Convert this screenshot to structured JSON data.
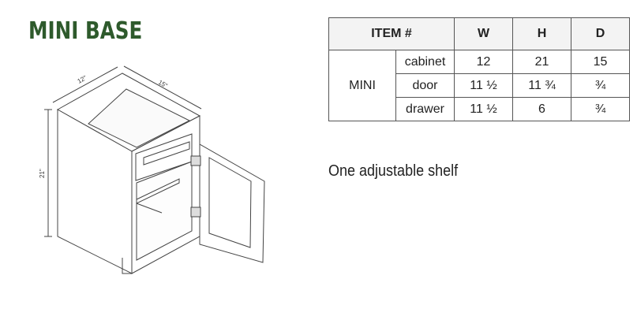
{
  "title": "MINI BASE",
  "diagram": {
    "width_label": "12\"",
    "depth_label": "15\"",
    "height_label": "21\""
  },
  "table": {
    "headers": [
      "ITEM #",
      "W",
      "H",
      "D"
    ],
    "group": "MINI",
    "rows": [
      {
        "part": "cabinet",
        "w": "12",
        "h": "21",
        "d": "15"
      },
      {
        "part": "door",
        "w": "11 ½",
        "h": "11 ¾",
        "d": "¾"
      },
      {
        "part": "drawer",
        "w": "11 ½",
        "h": "6",
        "d": "¾"
      }
    ]
  },
  "note": "One adjustable shelf"
}
